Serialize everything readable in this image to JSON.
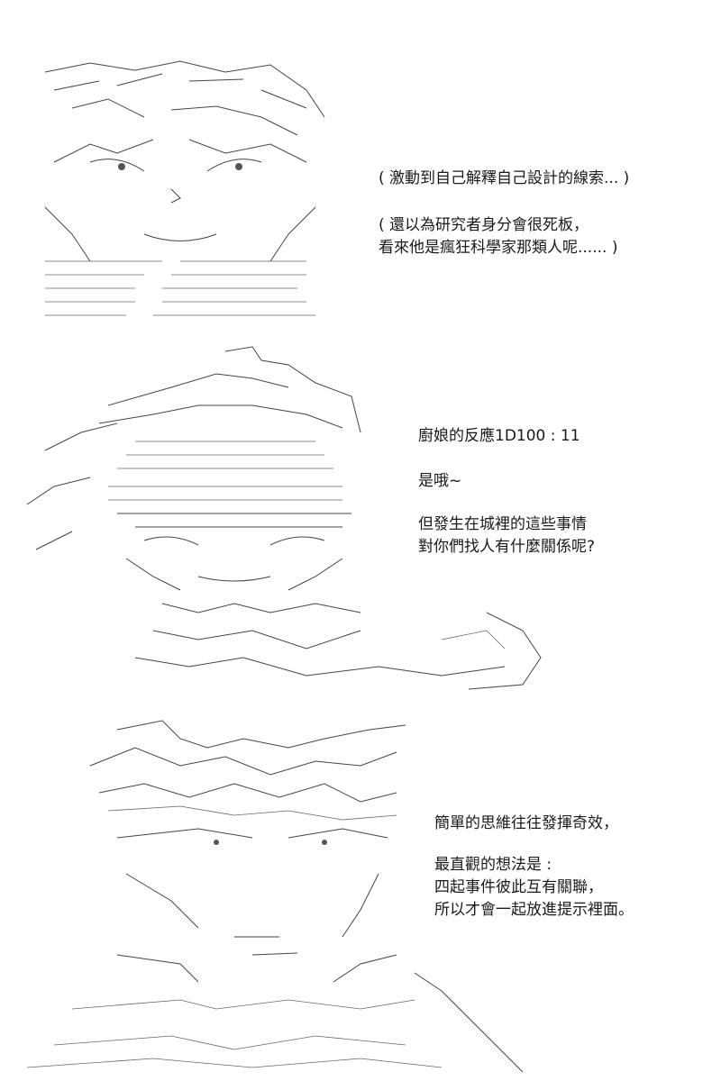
{
  "panels": [
    {
      "art": "ascii-art-character-thinking",
      "lines": [
        "( 激動到自己解釋自己設計的線索... )",
        "( 還以為研究者身分會很死板，\n 看來他是瘋狂科學家那類人呢...... )"
      ]
    },
    {
      "art": "ascii-art-chef-with-hat",
      "lines": [
        "廚娘的反應1D100 : 11",
        "是哦~",
        "但發生在城裡的這些事情\n對你們找人有什麼關係呢?"
      ]
    },
    {
      "art": "ascii-art-character-smirking",
      "lines": [
        "簡單的思維往往發揮奇效，",
        "最直觀的想法是 :\n四起事件彼此互有關聯，\n所以才會一起放進提示裡面。"
      ]
    }
  ]
}
